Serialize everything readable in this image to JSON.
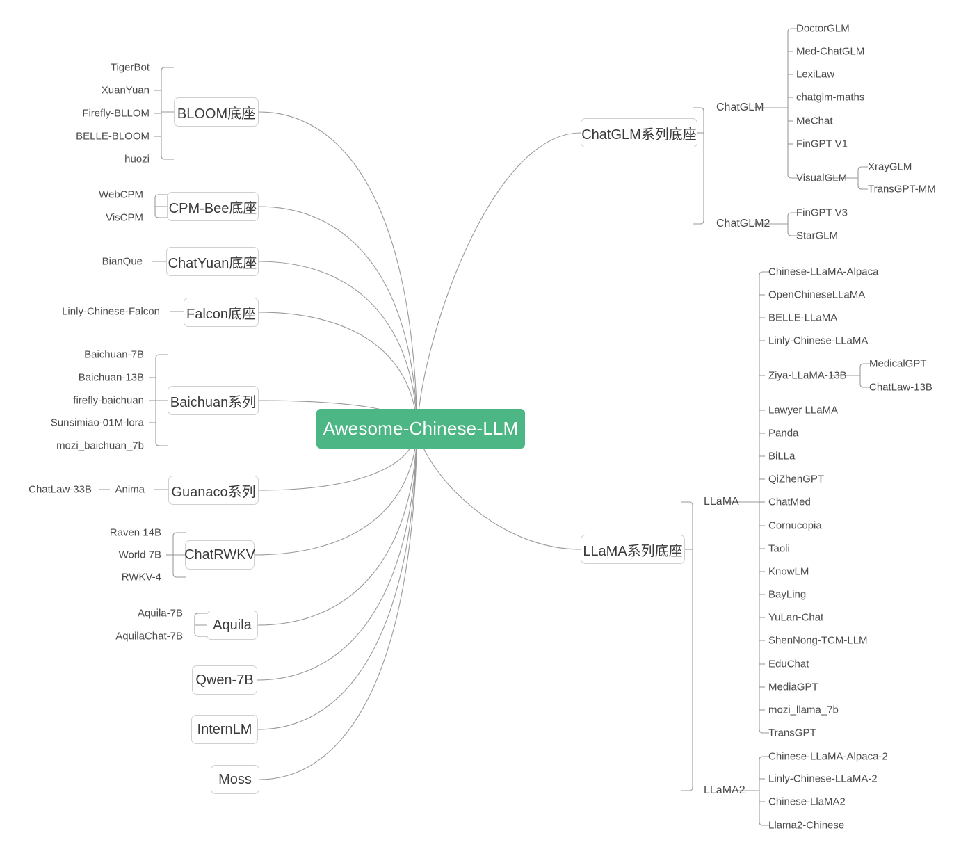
{
  "diagram": {
    "type": "mindmap",
    "title": "Awesome-Chinese-LLM",
    "accent_color": "#4cb684",
    "line_color": "#9a9a9a",
    "box_border_color": "#d0d0d0",
    "text_color": "#4a4a4a"
  },
  "root": {
    "label": "Awesome-Chinese-LLM"
  },
  "left_branches": [
    {
      "label": "BLOOM底座",
      "children": [
        "TigerBot",
        "XuanYuan",
        "Firefly-BLLOM",
        "BELLE-BLOOM",
        "huozi"
      ]
    },
    {
      "label": "CPM-Bee底座",
      "children": [
        "WebCPM",
        "VisCPM"
      ]
    },
    {
      "label": "ChatYuan底座",
      "children": [
        "BianQue"
      ]
    },
    {
      "label": "Falcon底座",
      "children": [
        "Linly-Chinese-Falcon"
      ]
    },
    {
      "label": "Baichuan系列",
      "children": [
        "Baichuan-7B",
        "Baichuan-13B",
        "firefly-baichuan",
        "Sunsimiao-01M-lora",
        "mozi_baichuan_7b"
      ]
    },
    {
      "label": "Guanaco系列",
      "children": [
        "Anima"
      ],
      "grandchildren": [
        "ChatLaw-33B"
      ]
    },
    {
      "label": "ChatRWKV",
      "children": [
        "Raven 14B",
        "World 7B",
        "RWKV-4"
      ]
    },
    {
      "label": "Aquila",
      "children": [
        "Aquila-7B",
        "AquilaChat-7B"
      ]
    },
    {
      "label": "Qwen-7B",
      "children": []
    },
    {
      "label": "InternLM",
      "children": []
    },
    {
      "label": "Moss",
      "children": []
    }
  ],
  "right_branches": [
    {
      "label": "ChatGLM系列底座",
      "groups": [
        {
          "label": "ChatGLM",
          "children": [
            {
              "label": "DoctorGLM"
            },
            {
              "label": "Med-ChatGLM"
            },
            {
              "label": "LexiLaw"
            },
            {
              "label": "chatglm-maths"
            },
            {
              "label": "MeChat"
            },
            {
              "label": "FinGPT V1"
            },
            {
              "label": "VisualGLM",
              "children": [
                "XrayGLM",
                "TransGPT-MM"
              ]
            }
          ]
        },
        {
          "label": "ChatGLM2",
          "children": [
            {
              "label": "FinGPT V3"
            },
            {
              "label": "StarGLM"
            }
          ]
        }
      ]
    },
    {
      "label": "LLaMA系列底座",
      "groups": [
        {
          "label": "LLaMA",
          "children": [
            {
              "label": "Chinese-LLaMA-Alpaca"
            },
            {
              "label": "OpenChineseLLaMA"
            },
            {
              "label": "BELLE-LLaMA"
            },
            {
              "label": "Linly-Chinese-LLaMA"
            },
            {
              "label": "Ziya-LLaMA-13B",
              "children": [
                "MedicalGPT",
                "ChatLaw-13B"
              ]
            },
            {
              "label": "Lawyer LLaMA"
            },
            {
              "label": "Panda"
            },
            {
              "label": "BiLLa"
            },
            {
              "label": "QiZhenGPT"
            },
            {
              "label": "ChatMed"
            },
            {
              "label": "Cornucopia"
            },
            {
              "label": "Taoli"
            },
            {
              "label": "KnowLM"
            },
            {
              "label": "BayLing"
            },
            {
              "label": "YuLan-Chat"
            },
            {
              "label": "ShenNong-TCM-LLM"
            },
            {
              "label": "EduChat"
            },
            {
              "label": "MediaGPT"
            },
            {
              "label": "mozi_llama_7b"
            },
            {
              "label": "TransGPT"
            }
          ]
        },
        {
          "label": "LLaMA2",
          "children": [
            {
              "label": "Chinese-LLaMA-Alpaca-2"
            },
            {
              "label": "Linly-Chinese-LLaMA-2"
            },
            {
              "label": "Chinese-LlaMA2"
            },
            {
              "label": "Llama2-Chinese"
            }
          ]
        }
      ]
    }
  ]
}
